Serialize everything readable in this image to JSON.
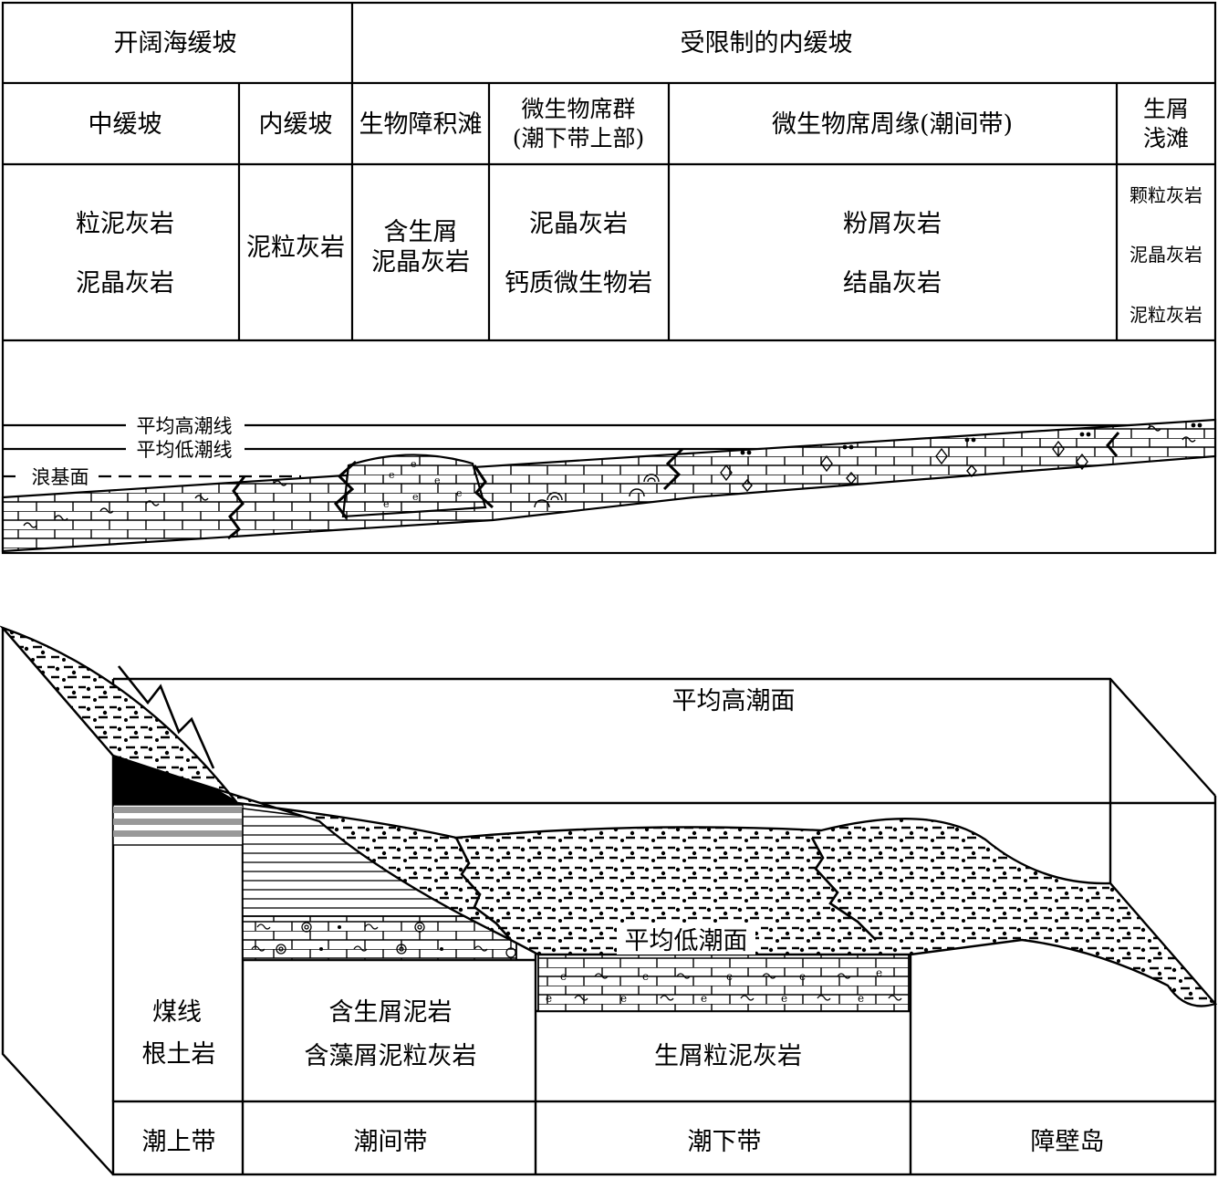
{
  "top_diagram": {
    "header_row": {
      "open_sea_ramp": "开阔海缓坡",
      "restricted_inner_ramp": "受限制的内缓坡"
    },
    "zones": {
      "middle_ramp": "中缓坡",
      "inner_ramp": "内缓坡",
      "bioherm_shoal": "生物障积滩",
      "microbial_mat_group": [
        "微生物席群",
        "(潮下带上部)"
      ],
      "microbial_mat_margin": "微生物席周缘(潮间带)",
      "bioclastic_shoal": [
        "生屑",
        "浅滩"
      ]
    },
    "lithologies": {
      "middle_ramp": [
        "粒泥灰岩",
        "泥晶灰岩"
      ],
      "inner_ramp": [
        "泥粒灰岩"
      ],
      "bioherm_shoal": [
        "含生屑",
        "泥晶灰岩"
      ],
      "microbial_mat_group": [
        "泥晶灰岩",
        "钙质微生物岩"
      ],
      "microbial_mat_margin": [
        "粉屑灰岩",
        "结晶灰岩"
      ],
      "bioclastic_shoal": [
        "颗粒灰岩",
        "泥晶灰岩",
        "泥粒灰岩"
      ]
    },
    "section_lines": {
      "mean_high_tide_line": "平均高潮线",
      "mean_low_tide_line": "平均低潮线",
      "wave_base": "浪基面"
    }
  },
  "bottom_diagram": {
    "surfaces": {
      "mean_high_tide_surface": "平均高潮面",
      "mean_low_tide_surface": "平均低潮面"
    },
    "lithologies": {
      "supratidal": [
        "煤线",
        "根土岩"
      ],
      "intertidal": [
        "含生屑泥岩",
        "含藻屑泥粒灰岩"
      ],
      "subtidal": [
        "生屑粒泥灰岩"
      ]
    },
    "zones": {
      "supratidal": "潮上带",
      "intertidal": "潮间带",
      "subtidal": "潮下带",
      "barrier_island": "障壁岛"
    }
  }
}
